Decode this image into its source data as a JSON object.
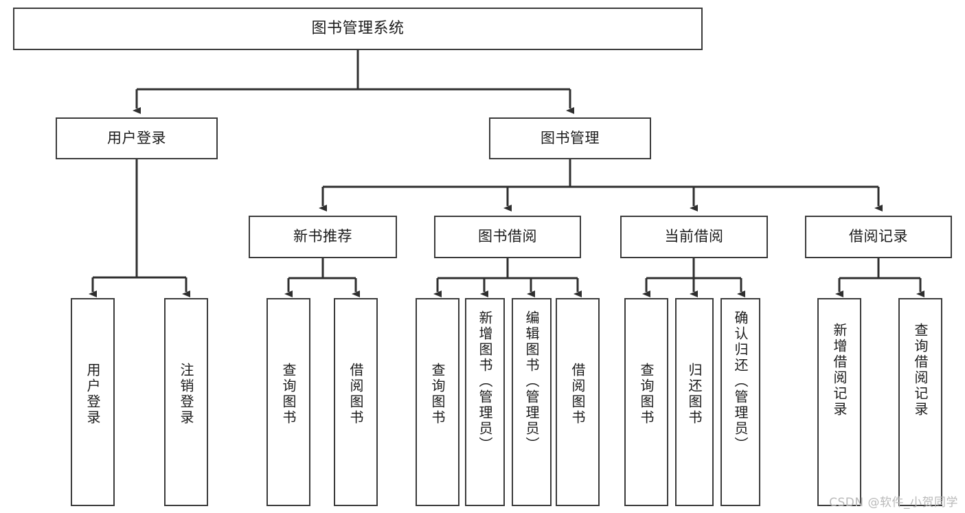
{
  "diagram": {
    "title": "图书管理系统",
    "type": "hierarchy-tree",
    "colors": {
      "box_border": "#3a3a3a",
      "box_fill": "#ffffff",
      "edge": "#2f2f2f",
      "text": "#1b1b1b",
      "watermark": "#b9b9b9",
      "background": "#ffffff"
    },
    "watermark": "CSDN @软件_小贺同学",
    "levels": [
      {
        "level": 1,
        "nodes": [
          {
            "id": "root",
            "label": "图书管理系统"
          }
        ]
      },
      {
        "level": 2,
        "nodes": [
          {
            "id": "login",
            "label": "用户登录",
            "parent": "root"
          },
          {
            "id": "bookmgmt",
            "label": "图书管理",
            "parent": "root"
          }
        ]
      },
      {
        "level": 3,
        "nodes": [
          {
            "id": "newbook",
            "label": "新书推荐",
            "parent": "bookmgmt"
          },
          {
            "id": "borrow",
            "label": "图书借阅",
            "parent": "bookmgmt"
          },
          {
            "id": "current",
            "label": "当前借阅",
            "parent": "bookmgmt"
          },
          {
            "id": "record",
            "label": "借阅记录",
            "parent": "bookmgmt"
          }
        ]
      },
      {
        "level": 4,
        "nodes": [
          {
            "id": "leaf1",
            "label": "用户登录",
            "parent": "login"
          },
          {
            "id": "leaf2",
            "label": "注销登录",
            "parent": "login"
          },
          {
            "id": "leaf3",
            "label": "查询图书",
            "parent": "newbook"
          },
          {
            "id": "leaf4",
            "label": "借阅图书",
            "parent": "newbook"
          },
          {
            "id": "leaf5",
            "label": "查询图书",
            "parent": "borrow"
          },
          {
            "id": "leaf6",
            "label": "新增图书（管理员）",
            "parent": "borrow"
          },
          {
            "id": "leaf7",
            "label": "编辑图书（管理员）",
            "parent": "borrow"
          },
          {
            "id": "leaf8",
            "label": "借阅图书",
            "parent": "borrow"
          },
          {
            "id": "leaf9",
            "label": "查询图书",
            "parent": "current"
          },
          {
            "id": "leaf10",
            "label": "归还图书",
            "parent": "current"
          },
          {
            "id": "leaf11",
            "label": "确认归还（管理员）",
            "parent": "current"
          },
          {
            "id": "leaf12",
            "label": "新增借阅记录",
            "parent": "record"
          },
          {
            "id": "leaf13",
            "label": "查询借阅记录",
            "parent": "record"
          }
        ]
      }
    ]
  }
}
